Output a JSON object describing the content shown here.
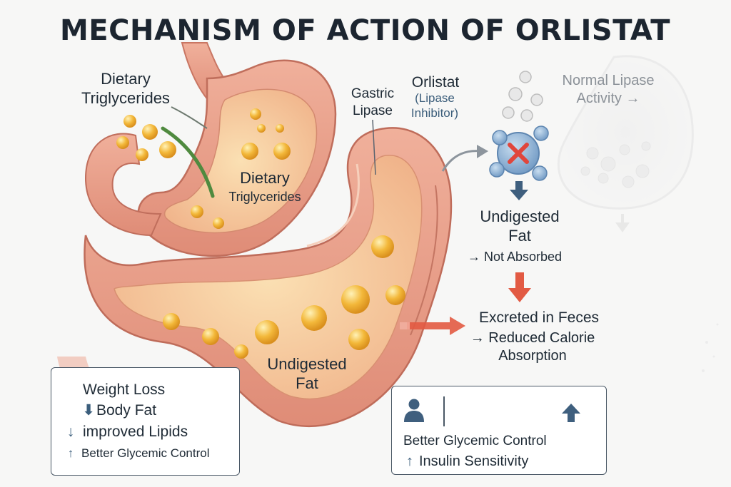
{
  "title": "MECHANISM OF ACTION OF ORLISTAT",
  "labels": {
    "dietary_triglycerides_top": [
      "Dietary",
      "Triglycerides"
    ],
    "dietary_triglycerides_stomach": [
      "Dietary",
      "Triglycerides"
    ],
    "gastric_lipase": [
      "Gastric",
      "Lipase"
    ],
    "orlistat": "Orlistat",
    "orlistat_sub": [
      "(Lipase",
      "Inhibitor)"
    ],
    "normal_lipase": [
      "Normal Lipase",
      "Activity →"
    ],
    "undigested_fat_right": [
      "Undigested",
      "Fat"
    ],
    "not_absorbed": "→ Not Absorbed",
    "excreted": "Excreted in Feces",
    "reduced_calorie": [
      "→ Reduced Calorie",
      "Absorption"
    ],
    "undigested_fat_intestine": [
      "Undigested",
      "Fat"
    ]
  },
  "left_box": {
    "items": [
      {
        "arrow": "",
        "text": "Weight Loss"
      },
      {
        "arrow": "⬇",
        "text": "Body Fat"
      },
      {
        "arrow": "↓",
        "text": "improved Lipids"
      },
      {
        "arrow": "↑",
        "text": "Better Glycemic Control"
      }
    ]
  },
  "right_box": {
    "items": [
      {
        "arrow": "",
        "text": "Better Glycemic Control"
      },
      {
        "arrow": "↑",
        "text": "Insulin Sensitivity"
      }
    ]
  },
  "icons": {
    "inhibitor": "lipase-enzyme-blocked-icon",
    "person": "person-icon",
    "up_arrow": "up-arrow-icon"
  },
  "colors": {
    "tissue": "#e9a28c",
    "tissue_dark": "#d47c69",
    "tissue_inner": "#f5c79b",
    "fat": "#f1b634",
    "enzyme": "#8eb5d9",
    "block": "#e0463c",
    "arrow_red": "#e25a43",
    "arrow_blue": "#3f5f7e"
  }
}
